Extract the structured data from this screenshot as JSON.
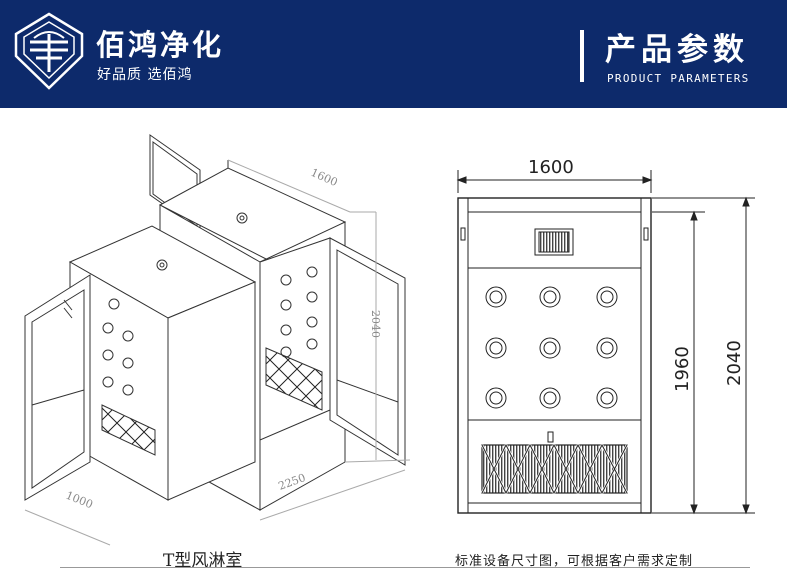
{
  "header": {
    "brand_name": "佰鸿净化",
    "slogan": "好品质 选佰鸿",
    "section_title": "产品参数",
    "section_subtitle": "PRODUCT PARAMETERS"
  },
  "iso_view": {
    "dim_width": "1600",
    "dim_height": "2040",
    "dim_length": "2250",
    "dim_depth": "1000"
  },
  "front_view": {
    "dim_width": "1600",
    "dim_inner_height": "1960",
    "dim_total_height": "2040"
  },
  "captions": {
    "product_name": "T型风淋室",
    "note": "标准设备尺寸图，可根据客户需求定制"
  },
  "colors": {
    "banner": "#0d2a6b",
    "line": "#333333"
  }
}
